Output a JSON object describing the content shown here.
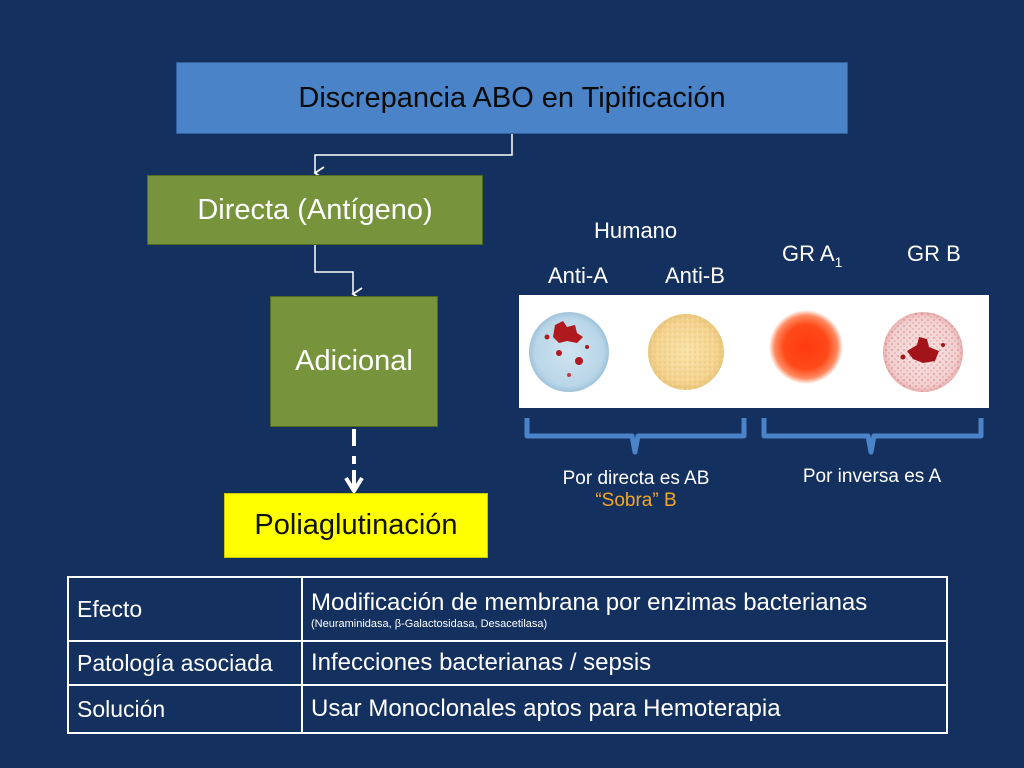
{
  "flow": {
    "title": "Discrepancia ABO en Tipificación",
    "directa": "Directa (Antígeno)",
    "adicional": "Adicional",
    "poliaglutinacion": "Poliaglutinación"
  },
  "reagents": {
    "humano": "Humano",
    "anti_a": "Anti-A",
    "anti_b": "Anti-B",
    "gr_a1_main": "GR A",
    "gr_a1_sub": "1",
    "gr_b": "GR B"
  },
  "notes": {
    "directa_line1": "Por directa es AB",
    "directa_line2": "“Sobra” B",
    "inversa": "Por inversa es A"
  },
  "colors": {
    "background": "#14305e",
    "title_box": "#4a83c8",
    "green_box": "#77933c",
    "yellow_box": "#ffff00",
    "bracket": "#4a83c8",
    "orange_text": "#f5a623"
  },
  "table": {
    "rows": [
      {
        "label": "Efecto",
        "value": "Modificación de membrana por enzimas bacterianas",
        "detail": "(Neuraminidasa, β-Galactosidasa, Desacetilasa)"
      },
      {
        "label": "Patología asociada",
        "value": "Infecciones bacterianas / sepsis"
      },
      {
        "label": "Solución",
        "value": "Usar Monoclonales aptos para Hemoterapia"
      }
    ]
  }
}
